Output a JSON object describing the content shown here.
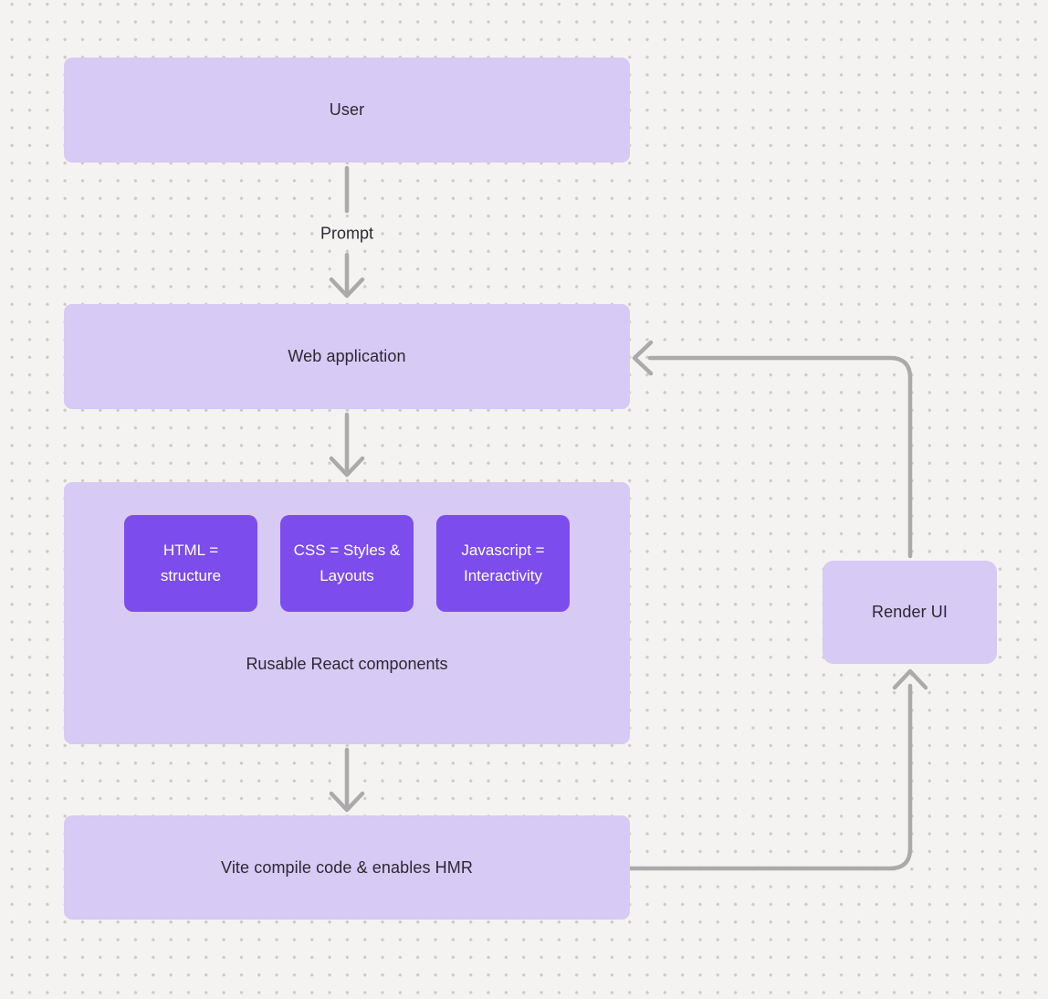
{
  "canvas": {
    "background": "#f4f3f1",
    "dot_color": "#cdcbc9"
  },
  "colors": {
    "node_fill": "#d7caf4",
    "node_fill_accent": "#7c4cec",
    "node_text": "#2c2833",
    "node_text_on_accent": "#ffffff",
    "connector": "#abaaaa"
  },
  "nodes": {
    "user": {
      "label": "User"
    },
    "web_application": {
      "label": "Web application"
    },
    "components_group": {
      "label": "Rusable React components",
      "children": [
        {
          "label": "HTML = structure"
        },
        {
          "label": "CSS = Styles & Layouts"
        },
        {
          "label": "Javascript = Interactivity"
        }
      ]
    },
    "vite": {
      "label": "Vite compile code & enables HMR"
    },
    "render_ui": {
      "label": "Render UI"
    }
  },
  "edges": [
    {
      "from": "User",
      "to": "Web application",
      "label": "Prompt"
    },
    {
      "from": "Web application",
      "to": "Rusable React components",
      "label": ""
    },
    {
      "from": "Rusable React components",
      "to": "Vite compile code & enables HMR",
      "label": ""
    },
    {
      "from": "Vite compile code & enables HMR",
      "to": "Render UI",
      "label": ""
    },
    {
      "from": "Render UI",
      "to": "Web application",
      "label": ""
    }
  ]
}
